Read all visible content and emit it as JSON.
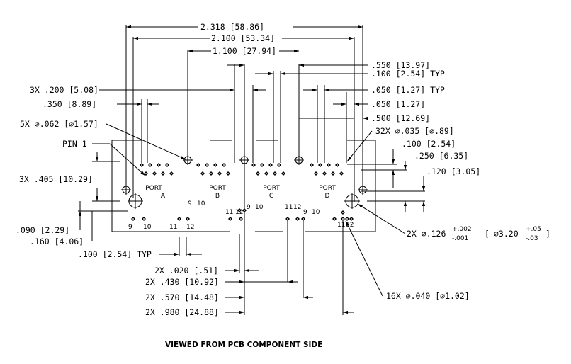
{
  "caption": "VIEWED FROM PCB COMPONENT SIDE",
  "dims": {
    "d_2318": "2.318 [58.86]",
    "d_2100": "2.100 [53.34]",
    "d_1100": "1.100 [27.94]",
    "d_550": ".550 [13.97]",
    "d_100typ_top": ".100 [2.54] TYP",
    "d_3x200": "3X .200 [5.08]",
    "d_050typ": ".050 [1.27] TYP",
    "d_350": ".350 [8.89]",
    "d_050": ".050 [1.27]",
    "d_500": ".500 [12.69]",
    "d_5x062": "5X ⌀.062 [⌀1.57]",
    "d_32x035": "32X ⌀.035 [⌀.89]",
    "d_pin1": "PIN 1",
    "d_100_right": ".100 [2.54]",
    "d_250": ".250 [6.35]",
    "d_120": ".120 [3.05]",
    "d_3x405": "3X .405 [10.29]",
    "d_090": ".090 [2.29]",
    "d_160": ".160 [4.06]",
    "d_100typ_bottom": ".100 [2.54] TYP",
    "d_2x020": "2X .020 [.51]",
    "d_2x430": "2X .430 [10.92]",
    "d_2x570": "2X .570 [14.48]",
    "d_2x980": "2X .980 [24.88]",
    "d_16x040": "16X ⌀.040 [⌀1.02]",
    "d_2x126_main": "2X ⌀.126",
    "d_2x126_tol_plus": "+.002",
    "d_2x126_tol_minus": "-.001",
    "d_320_main": "⌀3.20",
    "d_320_tol_plus": "+.05",
    "d_320_tol_minus": "-.03"
  },
  "ports": [
    {
      "word": "PORT",
      "letter": "A"
    },
    {
      "word": "PORT",
      "letter": "B"
    },
    {
      "word": "PORT",
      "letter": "C"
    },
    {
      "word": "PORT",
      "letter": "D"
    }
  ],
  "pin_labels": {
    "a_9": "9",
    "a_10": "10",
    "a_11": "11",
    "a_12": "12",
    "a_9b": "9",
    "a_10b": "10",
    "b_11": "11",
    "b_12": "12",
    "b_9": "9",
    "b_10": "10",
    "c_11": "11",
    "c_12": "12",
    "c_9": "9",
    "c_10": "10",
    "d_11": "11",
    "d_12": "12"
  }
}
